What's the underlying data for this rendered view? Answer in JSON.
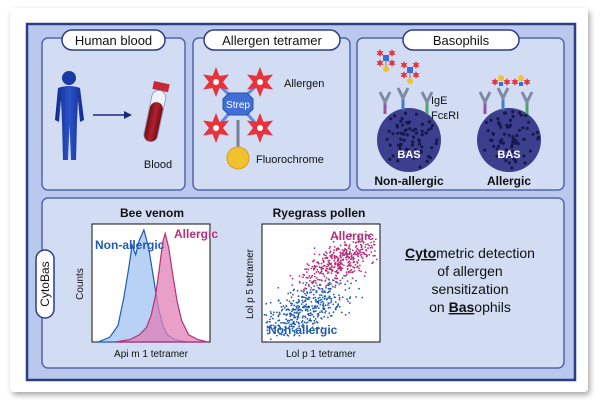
{
  "colors": {
    "frame": "#2b3d83",
    "panel_fill": "#cfd9f2",
    "panel_stroke": "#4a5ea8",
    "bas_cell": "#3b3f8e",
    "non_allergic": "#1f5bb0",
    "allergic": "#b5307a",
    "allergen": "#e8323c",
    "fluorochrome": "#f2c12e"
  },
  "panels": {
    "human_blood": {
      "title": "Human blood",
      "blood_label": "Blood"
    },
    "allergen_tetramer": {
      "title": "Allergen tetramer",
      "allergen_label": "Allergen",
      "strep_label": "Strep",
      "fluor_label": "Fluorochrome"
    },
    "basophils": {
      "title": "Basophils",
      "ige_label": "IgE",
      "fceri_label": "FcεRI",
      "cell_label": "BAS",
      "non_allergic_label": "Non-allergic",
      "allergic_label": "Allergic"
    }
  },
  "cytobas": {
    "side_label": "CytoBas",
    "description": {
      "line1_bold": "Cyto",
      "line1_rest": "metric detection",
      "line2": "of allergen",
      "line3": "sensitization",
      "line4_pre": "on ",
      "line4_bold": "Bas",
      "line4_rest": "ophils"
    }
  },
  "chart_data": [
    {
      "type": "area",
      "title": "Bee venom",
      "xlabel": "Api m 1 tetramer",
      "ylabel": "Counts",
      "xlim": [
        0,
        100
      ],
      "ylim": [
        0,
        100
      ],
      "series": [
        {
          "name": "Non-allergic",
          "x": [
            5,
            15,
            22,
            27,
            31,
            34,
            37,
            40,
            44,
            48,
            52,
            56,
            60,
            64,
            70,
            80,
            95
          ],
          "y": [
            0,
            4,
            14,
            38,
            62,
            82,
            74,
            86,
            95,
            80,
            55,
            30,
            14,
            6,
            2,
            0,
            0
          ]
        },
        {
          "name": "Allergic",
          "x": [
            20,
            32,
            40,
            46,
            50,
            54,
            57,
            60,
            62,
            65,
            68,
            72,
            76,
            82,
            90,
            98
          ],
          "y": [
            0,
            2,
            6,
            12,
            22,
            40,
            62,
            85,
            92,
            80,
            60,
            35,
            18,
            6,
            2,
            0
          ]
        }
      ]
    },
    {
      "type": "scatter",
      "title": "Ryegrass pollen",
      "xlabel": "Lol p 1 tetramer",
      "ylabel": "Lol p 5 tetramer",
      "xlim": [
        0,
        100
      ],
      "ylim": [
        0,
        100
      ],
      "series": [
        {
          "name": "Non-allergic",
          "center": [
            38,
            28
          ],
          "spread": [
            18,
            9
          ],
          "count": 420
        },
        {
          "name": "Allergic",
          "center": [
            66,
            68
          ],
          "spread": [
            16,
            8
          ],
          "count": 420
        }
      ]
    }
  ]
}
